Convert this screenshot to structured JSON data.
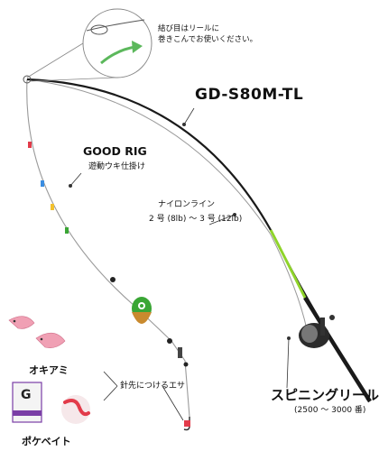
{
  "note": {
    "line1": "結び目はリールに",
    "line2": "巻きこんでお使いください。"
  },
  "rod": {
    "model": "GD-S80M-TL"
  },
  "rig": {
    "name": "GOOD RIG",
    "subtitle": "遊動ウキ仕掛け"
  },
  "line": {
    "name": "ナイロンライン",
    "spec": "2 号 (8lb) ～ 3 号 (12lb)"
  },
  "reel": {
    "name": "スピニングリール",
    "range": "(2500 ～ 3000 番)"
  },
  "bait": {
    "label": "針先につけるエサ",
    "okiami": "オキアミ",
    "pokebait": "ポケベイト",
    "package_letter": "G"
  },
  "colors": {
    "rod_black": "#1a1a1a",
    "rod_green": "#8fd42a",
    "float_green": "#3aa635",
    "float_orange": "#c98a2e",
    "arrow_green": "#5cb85c",
    "line_gray": "#9a9a9a",
    "shrimp_pink": "#f0a0b4",
    "worm_red": "#e23b4a",
    "pack_purple": "#7a3ea6"
  }
}
